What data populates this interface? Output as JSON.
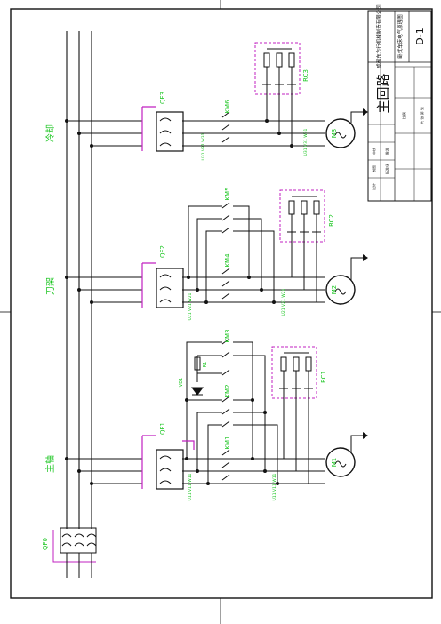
{
  "drawing_code": "D-1",
  "title_block": {
    "company": "成都东方行机械制造有限公司",
    "project": "卧式车床电气原理图",
    "sheet_title": "主回路",
    "tiny_labels": [
      "设计",
      "制图",
      "审核",
      "标准化",
      "批准",
      "比例",
      "共 张 第 张"
    ]
  },
  "sections": {
    "coolant": "冷却",
    "turret": "刀架",
    "spindle": "主轴"
  },
  "breakers": {
    "main": "QF0",
    "spindle": "QF1",
    "turret": "QF2",
    "coolant": "QF3"
  },
  "contactors": {
    "km1": "KM1",
    "km2": "KM2",
    "km3": "KM3",
    "km4": "KM4",
    "km5": "KM5",
    "km6": "KM6"
  },
  "rc_blocks": {
    "rc1": "RC1",
    "rc2": "RC2",
    "rc3": "RC3"
  },
  "motors": {
    "m1": "M1",
    "m2": "M2",
    "m3": "M3"
  },
  "brake": {
    "diode": "VD1",
    "resistor": "R1"
  },
  "wire_labels": {
    "coolant": "U31 V31 W31",
    "turret": "U21 V21 W21",
    "spindle": "U11 V11 W11"
  }
}
